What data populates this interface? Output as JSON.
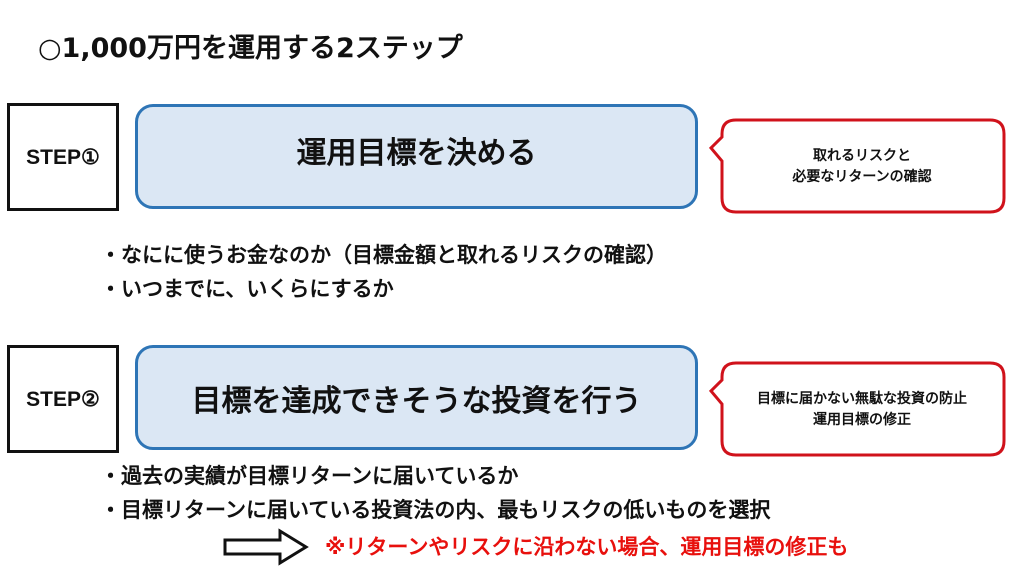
{
  "title": "○1,000万円を運用する2ステップ",
  "colors": {
    "goal_fill": "#dbe7f4",
    "goal_border": "#2e75b6",
    "callout_border": "#d0121b",
    "note_text": "#e8100d",
    "text": "#111111"
  },
  "steps": [
    {
      "label": "STEP①",
      "goal": "運用目標を決める",
      "callout": [
        "取れるリスクと",
        "必要なリターンの確認"
      ],
      "bullets": [
        "なにに使うお金なのか（目標金額と取れるリスクの確認）",
        "いつまでに、いくらにするか"
      ]
    },
    {
      "label": "STEP②",
      "goal": "目標を達成できそうな投資を行う",
      "callout": [
        "目標に届かない無駄な投資の防止",
        "運用目標の修正"
      ],
      "bullets": [
        "過去の実績が目標リターンに届いているか",
        "目標リターンに届いている投資法の内、最もリスクの低いものを選択"
      ]
    }
  ],
  "note": {
    "icon": "right-arrow-outline-icon",
    "text": "※リターンやリスクに沿わない場合、運用目標の修正も"
  }
}
